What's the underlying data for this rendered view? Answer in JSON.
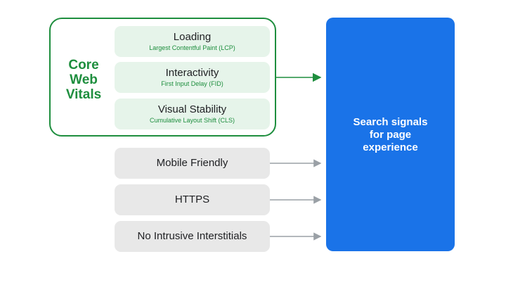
{
  "core_web_vitals": {
    "title": "Core\nWeb\nVitals",
    "items": [
      {
        "main": "Loading",
        "sub": "Largest Contentful Paint (LCP)"
      },
      {
        "main": "Interactivity",
        "sub": "First Input Delay (FID)"
      },
      {
        "main": "Visual Stability",
        "sub": "Cumulative Layout Shift (CLS)"
      }
    ]
  },
  "other_signals": [
    {
      "label": "Mobile Friendly"
    },
    {
      "label": "HTTPS"
    },
    {
      "label": "No Intrusive Interstitials"
    }
  ],
  "output": {
    "label": "Search signals\nfor page\nexperience"
  },
  "colors": {
    "green": "#1e8e3e",
    "green_fill": "#e6f4ea",
    "gray_fill": "#e8e8e8",
    "blue": "#1a73e8",
    "arrow_gray": "#9aa0a6"
  }
}
